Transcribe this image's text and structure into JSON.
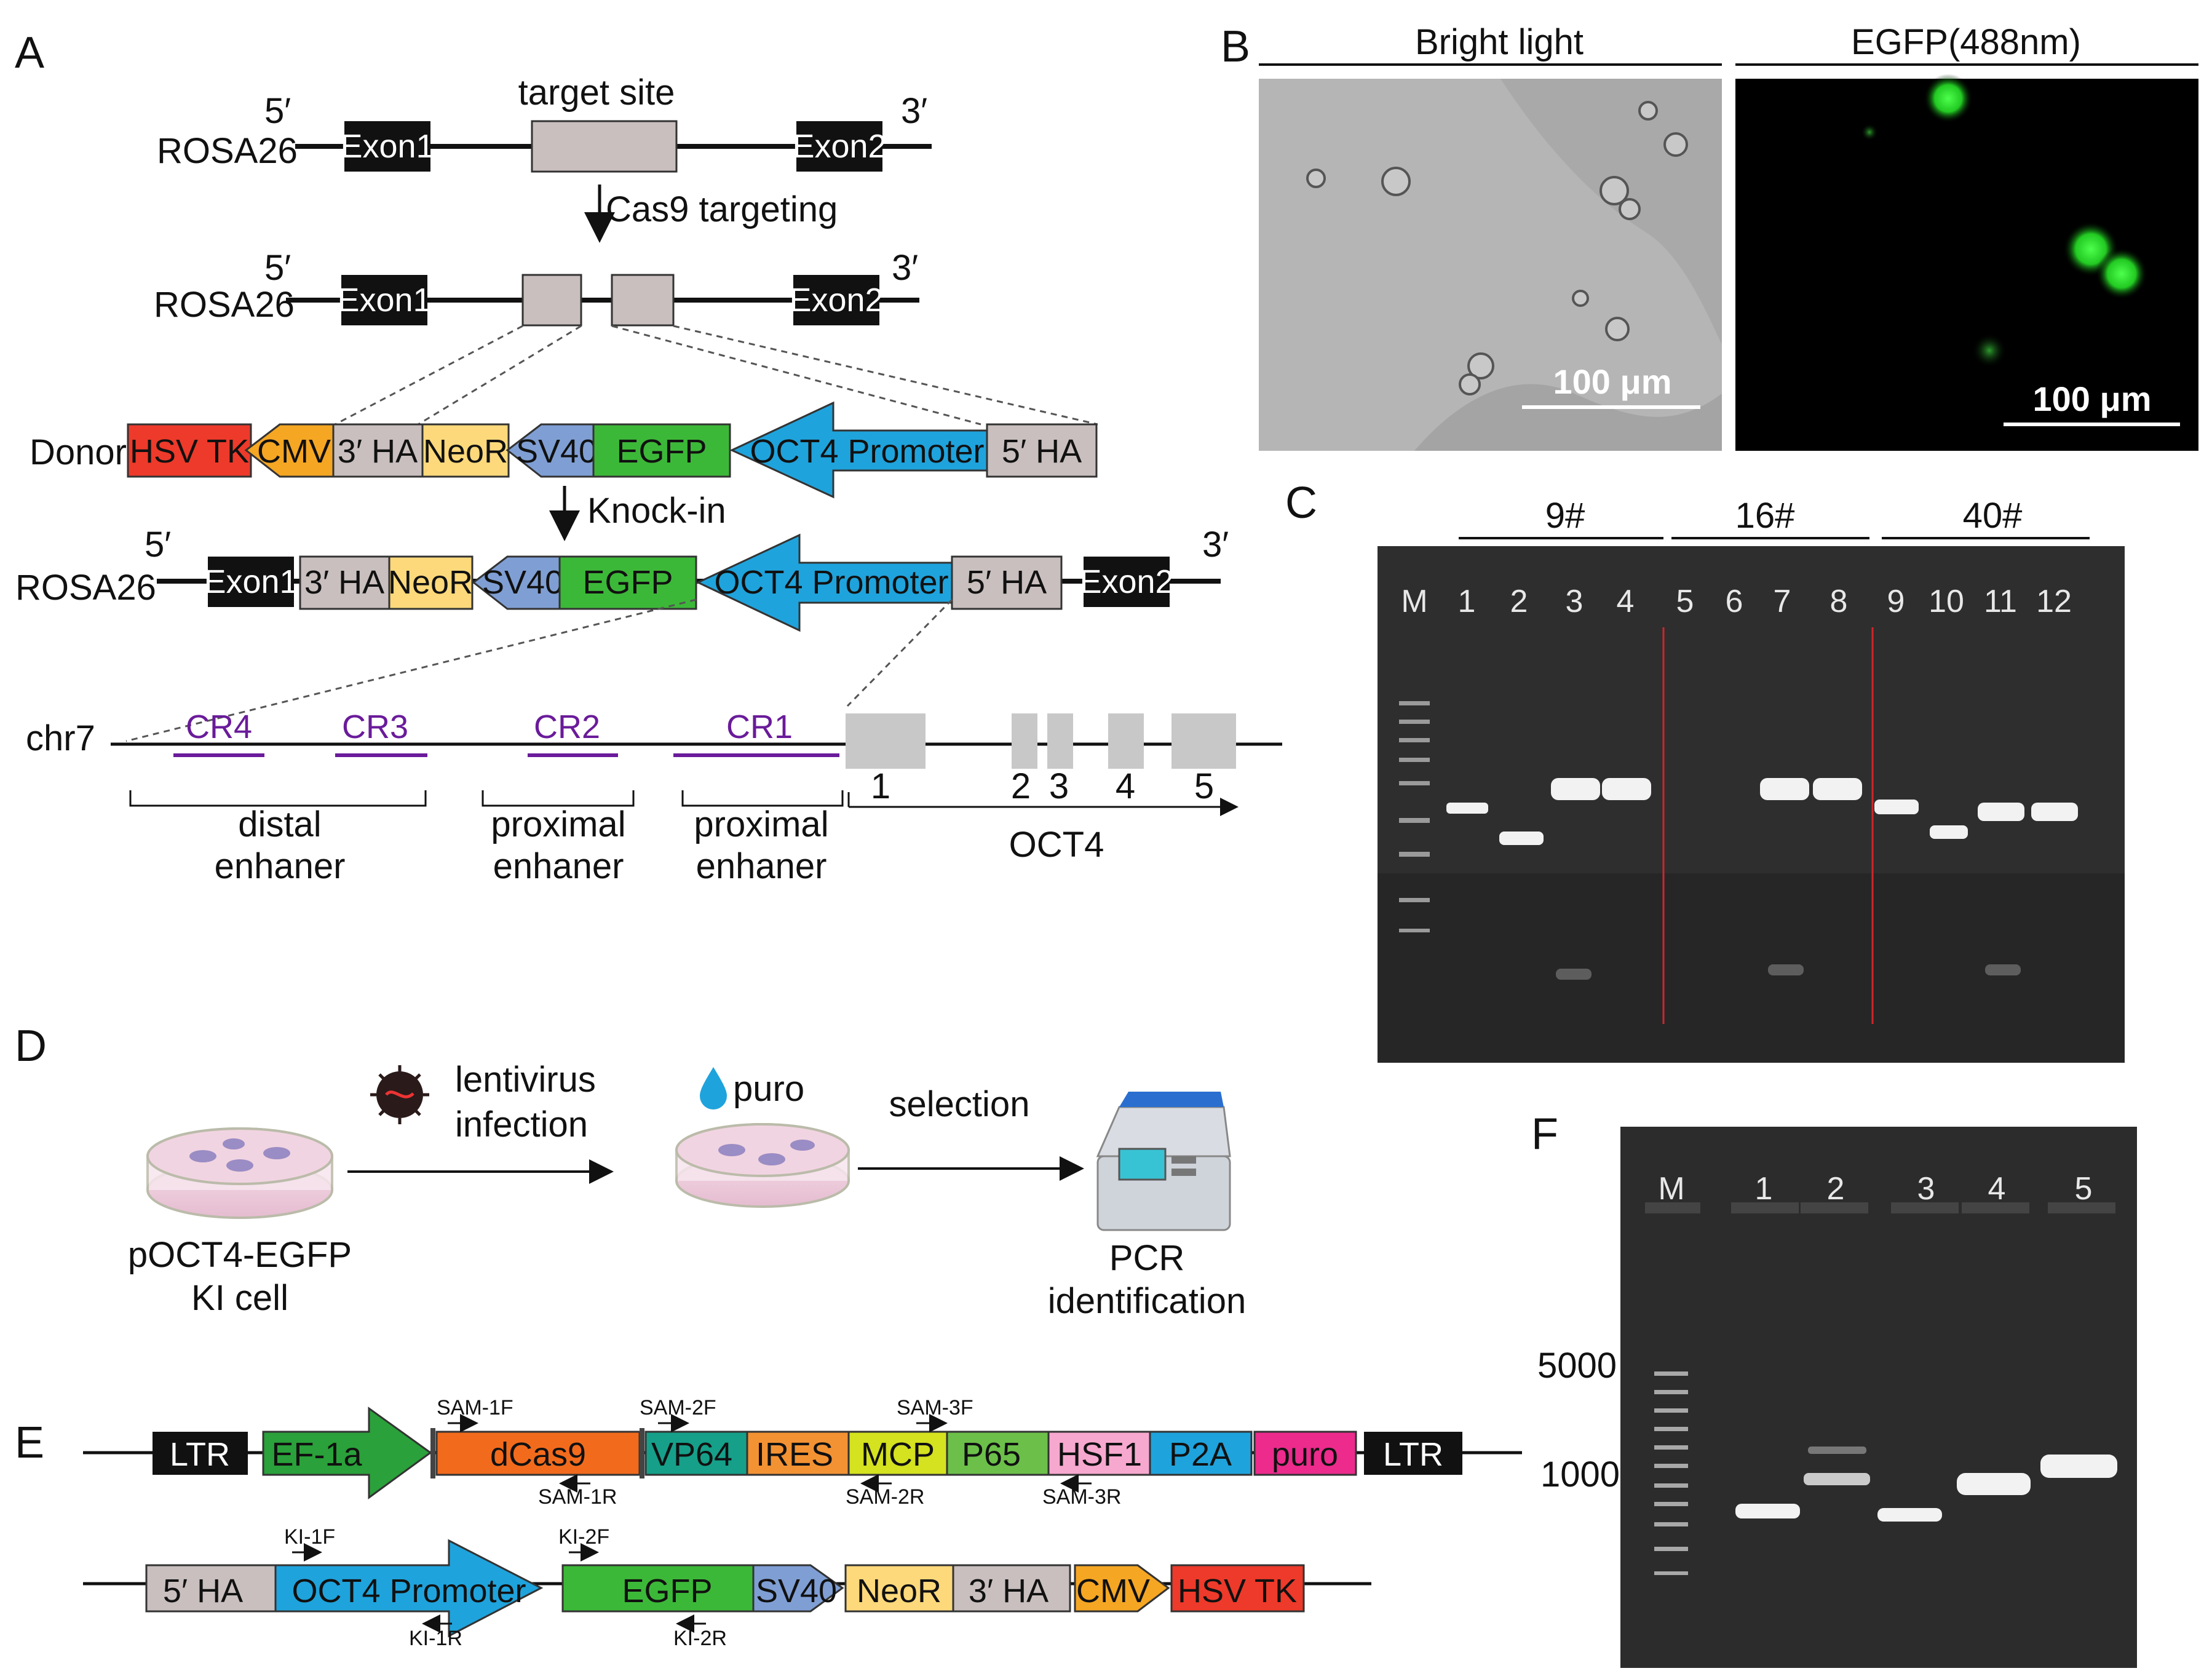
{
  "panels": {
    "A": "A",
    "B": "B",
    "C": "C",
    "D": "D",
    "E": "E",
    "F": "F"
  },
  "panelA": {
    "five_prime": "5′",
    "three_prime": "3′",
    "rosa26": "ROSA26",
    "exon1": "Exon1",
    "exon2": "Exon2",
    "target_site": "target site",
    "cas9": "Cas9 targeting",
    "donor": "Donor",
    "knockin": "Knock-in",
    "donor_parts": {
      "hsvtk": "HSV TK",
      "cmv": "CMV",
      "ha3": "3′ HA",
      "neor": "NeoR",
      "sv40": "SV40",
      "egfp": "EGFP",
      "oct4p": "OCT4 Promoter",
      "ha5": "5′ HA"
    },
    "chr7": "chr7",
    "crs": [
      "CR4",
      "CR3",
      "CR2",
      "CR1"
    ],
    "exon_nums": [
      "1",
      "2",
      "3",
      "4",
      "5"
    ],
    "enh": {
      "distal1": "distal",
      "distal2": "enhaner",
      "prox1": "proximal",
      "prox2": "enhaner",
      "prox3": "proximal",
      "prox4": "enhaner"
    },
    "oct4": "OCT4",
    "colors": {
      "hsvtk": "#ee3a2a",
      "cmv": "#f5a623",
      "ha": "#c9bfbf",
      "neor": "#fdd97b",
      "sv40": "#7f9fd4",
      "egfp": "#3cb838",
      "oct4p": "#1fa3dc",
      "exon": "#111111",
      "cr": "#6a1b9a"
    }
  },
  "panelB": {
    "bright": "Bright light",
    "egfp": "EGFP(488nm)",
    "scale1": "100 μm",
    "scale2": "100 μm"
  },
  "panelC": {
    "groups": [
      "9#",
      "16#",
      "40#"
    ],
    "marker": "M",
    "lanes": [
      "1",
      "2",
      "3",
      "4",
      "5",
      "6",
      "7",
      "8",
      "9",
      "10",
      "11",
      "12"
    ]
  },
  "panelD": {
    "cell_line1": "pOCT4-EGFP",
    "cell_line2": "KI cell",
    "lenti1": "lentivirus",
    "lenti2": "infection",
    "puro": "puro",
    "selection": "selection",
    "pcr1": "PCR",
    "pcr2": "identification"
  },
  "panelE": {
    "row1": {
      "ltr": "LTR",
      "ef1a": "EF-1a",
      "dcas9": "dCas9",
      "vp64": "VP64",
      "ires": "IRES",
      "mcp": "MCP",
      "p65": "P65",
      "hsf1": "HSF1",
      "p2a": "P2A",
      "puro": "puro",
      "ltr2": "LTR"
    },
    "primers1": {
      "sam1f": "SAM-1F",
      "sam2f": "SAM-2F",
      "sam3f": "SAM-3F",
      "sam1r": "SAM-1R",
      "sam2r": "SAM-2R",
      "sam3r": "SAM-3R"
    },
    "row2": {
      "ha5": "5′ HA",
      "oct4p": "OCT4 Promoter",
      "egfp": "EGFP",
      "sv40": "SV40",
      "neor": "NeoR",
      "ha3": "3′ HA",
      "cmv": "CMV",
      "hsvtk": "HSV TK"
    },
    "primers2": {
      "ki1f": "KI-1F",
      "ki2f": "KI-2F",
      "ki1r": "KI-1R",
      "ki2r": "KI-2R"
    },
    "colors": {
      "dcas9": "#f26b1d",
      "vp64": "#16a08a",
      "ires": "#f39233",
      "mcp": "#d4e21f",
      "p65": "#6cc04a",
      "hsf1": "#f7a8cf",
      "p2a": "#1fa3dc",
      "puro": "#ec2b8c",
      "ef1a": "#2aa13a"
    }
  },
  "panelF": {
    "marker": "M",
    "lanes": [
      "1",
      "2",
      "3",
      "4",
      "5"
    ],
    "sizes": [
      "5000",
      "1000"
    ]
  }
}
